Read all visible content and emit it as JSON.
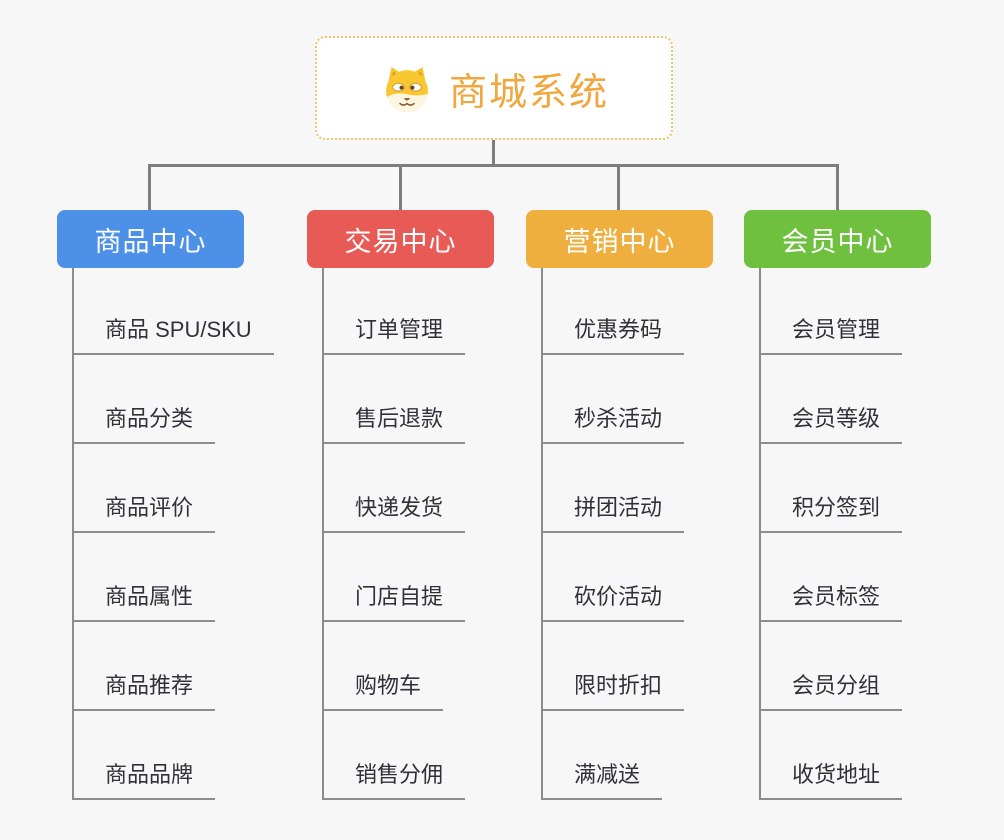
{
  "page": {
    "background_color": "#f7f7f7",
    "connector_color": "#7d7d7d",
    "underline_color": "#8c8c8c"
  },
  "root": {
    "title": "商城系统",
    "icon": "shiba-dog-icon",
    "text_color": "#f0a73e",
    "border_color": "#f3c06e"
  },
  "branches": [
    {
      "label": "商品中心",
      "color": "#4c90e8",
      "items": [
        "商品 SPU/SKU",
        "商品分类",
        "商品评价",
        "商品属性",
        "商品推荐",
        "商品品牌"
      ]
    },
    {
      "label": "交易中心",
      "color": "#e85a55",
      "items": [
        "订单管理",
        "售后退款",
        "快递发货",
        "门店自提",
        "购物车",
        "销售分佣"
      ]
    },
    {
      "label": "营销中心",
      "color": "#eeaf3f",
      "items": [
        "优惠券码",
        "秒杀活动",
        "拼团活动",
        "砍价活动",
        "限时折扣",
        "满减送"
      ]
    },
    {
      "label": "会员中心",
      "color": "#70c040",
      "items": [
        "会员管理",
        "会员等级",
        "积分签到",
        "会员标签",
        "会员分组",
        "收货地址"
      ]
    }
  ]
}
